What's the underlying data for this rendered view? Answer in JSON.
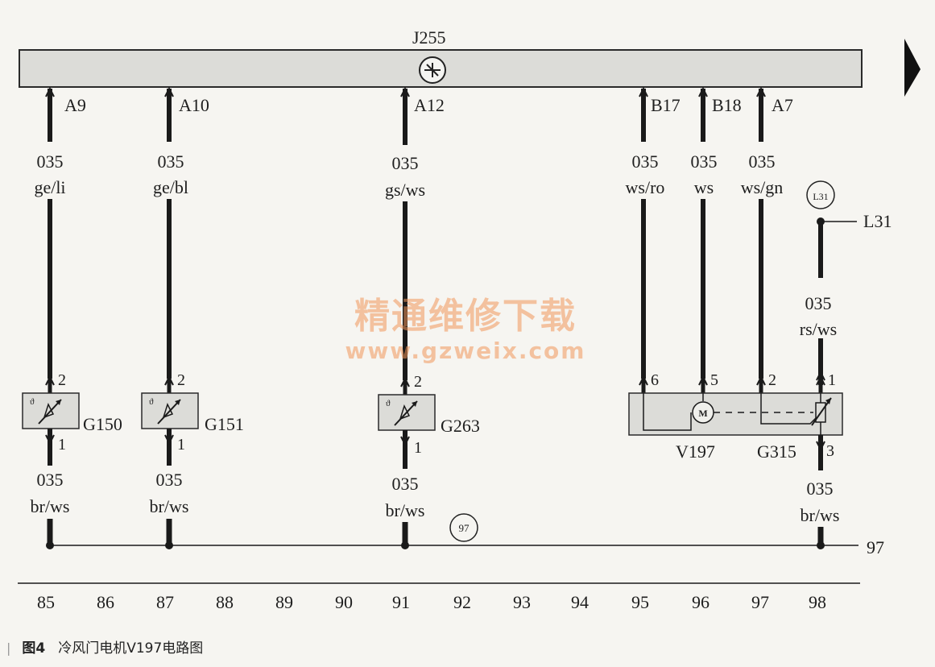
{
  "control_unit": {
    "name": "J255"
  },
  "module_pins": [
    {
      "pin": "A9",
      "section": "035",
      "color": "ge/li"
    },
    {
      "pin": "A10",
      "section": "035",
      "color": "ge/bl"
    },
    {
      "pin": "A12",
      "section": "035",
      "color": "gs/ws"
    },
    {
      "pin": "B17",
      "section": "035",
      "color": "ws/ro"
    },
    {
      "pin": "B18",
      "section": "035",
      "color": "ws"
    },
    {
      "pin": "A7",
      "section": "035",
      "color": "ws/gn"
    }
  ],
  "sensors": [
    {
      "name": "G150",
      "pin_top": "2",
      "pin_bottom": "1",
      "section": "035",
      "color": "br/ws"
    },
    {
      "name": "G151",
      "pin_top": "2",
      "pin_bottom": "1",
      "section": "035",
      "color": "br/ws"
    },
    {
      "name": "G263",
      "pin_top": "2",
      "pin_bottom": "1",
      "section": "035",
      "color": "br/ws"
    }
  ],
  "motor_unit": {
    "motor": "V197",
    "pot": "G315",
    "motor_symbol": "M",
    "pins": [
      "6",
      "5",
      "2",
      "1"
    ],
    "pin_bottom": "3",
    "bottom_section": "035",
    "bottom_color": "br/ws"
  },
  "l31": {
    "circle": "L31",
    "label": "L31",
    "section": "035",
    "color": "rs/ws"
  },
  "ground": {
    "bus_label": "97",
    "circle": "97"
  },
  "axis_numbers": [
    "85",
    "86",
    "87",
    "88",
    "89",
    "90",
    "91",
    "92",
    "93",
    "94",
    "95",
    "96",
    "97",
    "98"
  ],
  "watermark": {
    "line1": "精通维修下载",
    "line2": "www.gzweix.com"
  },
  "caption": {
    "figure": "图4",
    "title": "冷风门电机V197电路图"
  },
  "colors": {
    "module_fill": "#dcdcd8",
    "wire": "#1a1a1a",
    "ink": "#1e1e1e",
    "watermark": "#f0965a"
  }
}
